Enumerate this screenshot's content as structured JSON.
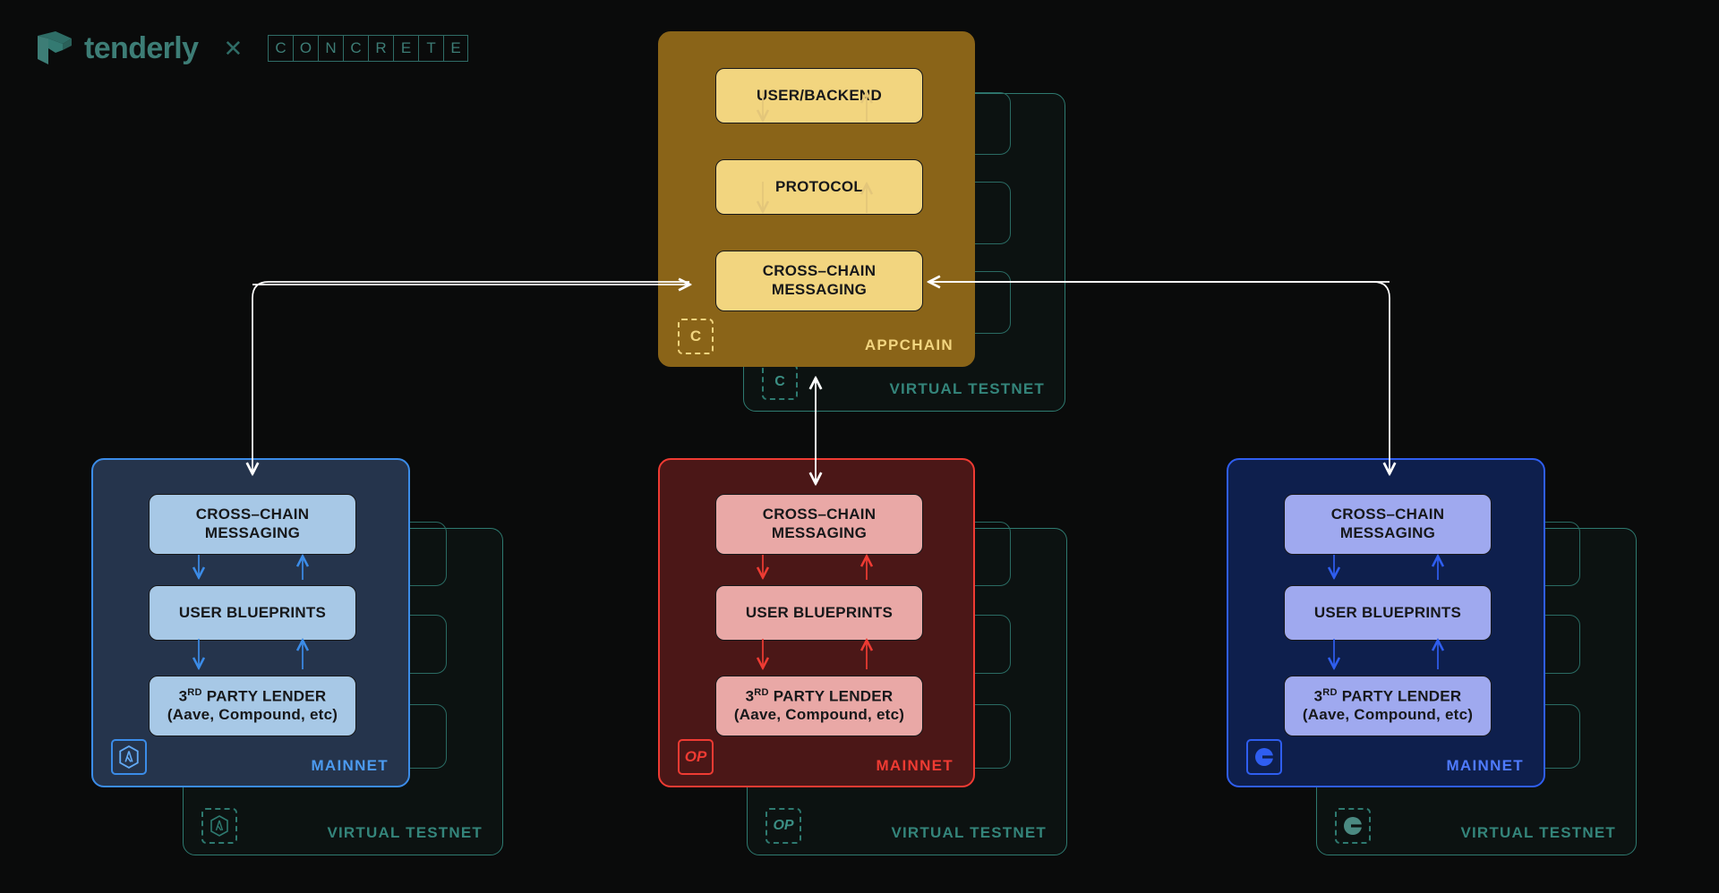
{
  "brand": {
    "name": "tenderly",
    "cross": "✕",
    "partner": "CONCRETE",
    "partner_letters": [
      "C",
      "O",
      "N",
      "C",
      "R",
      "E",
      "T",
      "E"
    ],
    "logo_icon": "tenderly-logo-icon",
    "accent": "#3d7d76"
  },
  "labels": {
    "virtual_testnet": "VIRTUAL TESTNET",
    "mainnet": "MAINNET",
    "appchain": "APPCHAIN"
  },
  "chains": [
    {
      "id": "appchain",
      "panel_label": "APPCHAIN",
      "badge": "C",
      "badge_icon": "concrete-c-icon",
      "accent": "#f2d57f",
      "panel_bg": "#8a6418",
      "node_bg": "#f2d57f",
      "nodes": [
        {
          "label": "USER/BACKEND"
        },
        {
          "label": "PROTOCOL"
        },
        {
          "label": "CROSS–CHAIN MESSAGING"
        }
      ],
      "ghost_label": "VIRTUAL TESTNET",
      "ghost_badge": "C"
    },
    {
      "id": "arbitrum",
      "panel_label": "MAINNET",
      "badge": "",
      "badge_icon": "arbitrum-logo-icon",
      "accent": "#4c9bf0",
      "panel_bg": "#25344c",
      "node_bg": "#a7c8e6",
      "nodes": [
        {
          "label": "CROSS–CHAIN MESSAGING"
        },
        {
          "label": "USER BLUEPRINTS"
        },
        {
          "label": "3RD PARTY LENDER",
          "sub": "(Aave, Compound, etc)",
          "ordinal": "RD",
          "ordinal_base": "3"
        }
      ],
      "ghost_label": "VIRTUAL TESTNET",
      "ghost_badge": ""
    },
    {
      "id": "optimism",
      "panel_label": "MAINNET",
      "badge": "OP",
      "badge_icon": "optimism-logo-icon",
      "accent": "#ef3b33",
      "panel_bg": "#4b1717",
      "node_bg": "#e9a8a6",
      "nodes": [
        {
          "label": "CROSS–CHAIN MESSAGING"
        },
        {
          "label": "USER BLUEPRINTS"
        },
        {
          "label": "3RD PARTY LENDER",
          "sub": "(Aave, Compound, etc)",
          "ordinal": "RD",
          "ordinal_base": "3"
        }
      ],
      "ghost_label": "VIRTUAL TESTNET",
      "ghost_badge": "OP"
    },
    {
      "id": "base",
      "panel_label": "MAINNET",
      "badge": "",
      "badge_icon": "base-logo-icon",
      "accent": "#4f7bff",
      "panel_bg": "#0e1f4d",
      "node_bg": "#9fa9ef",
      "nodes": [
        {
          "label": "CROSS–CHAIN MESSAGING"
        },
        {
          "label": "USER BLUEPRINTS"
        },
        {
          "label": "3RD PARTY LENDER",
          "sub": "(Aave, Compound, etc)",
          "ordinal": "RD",
          "ordinal_base": "3"
        }
      ],
      "ghost_label": "VIRTUAL TESTNET",
      "ghost_badge": ""
    }
  ],
  "connectors": {
    "inter_chain_color": "#ffffff",
    "intra_appchain_color": "#e3c67a",
    "intra_arb_color": "#3b8ce8",
    "intra_op_color": "#ef3b33",
    "intra_base_color": "#2f5ef0"
  },
  "background": "#0a0b0b"
}
